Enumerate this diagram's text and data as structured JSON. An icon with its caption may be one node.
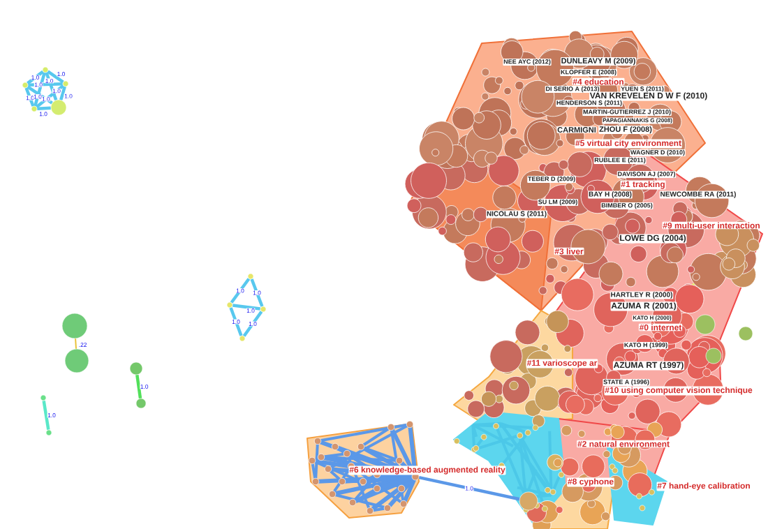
{
  "diagram": {
    "nodes": [
      {
        "text": [],
        "shape": "circle"
      },
      {
        "text": [],
        "shape": "circle"
      },
      {
        "text": [],
        "shape": "circle"
      },
      {
        "text": [],
        "shape": "circle"
      },
      {
        "text": [],
        "shape": "circle"
      },
      {
        "text": [],
        "shape": "circle"
      },
      {
        "text": [],
        "shape": "circle"
      },
      {
        "text": [],
        "shape": "circle"
      },
      {
        "text": [],
        "shape": "circle"
      },
      {
        "text": [],
        "shape": "circle"
      },
      {
        "text": [],
        "shape": "circle"
      },
      {
        "text": [],
        "shape": "circle"
      },
      {
        "text": [],
        "shape": "circle"
      },
      {
        "text": [],
        "shape": "circle"
      },
      {
        "text": [],
        "shape": "circle"
      },
      {
        "text": [],
        "shape": "circle"
      },
      {
        "text": [],
        "shape": "circle"
      }
    ],
    "edges": [
      {
        "from": 0,
        "to": 1,
        "arrow": "none",
        "label": "1.0"
      },
      {
        "from": 0,
        "to": 2,
        "arrow": "none",
        "label": "1.0"
      },
      {
        "from": 1,
        "to": 2,
        "arrow": "none",
        "label": "1.0"
      },
      {
        "from": 1,
        "to": 3,
        "arrow": "none",
        "label": "1.0"
      },
      {
        "from": 2,
        "to": 4,
        "arrow": "none",
        "label": "1.0"
      },
      {
        "from": 3,
        "to": 4,
        "arrow": "none",
        "label": "1.0"
      },
      {
        "from": 0,
        "to": 3,
        "arrow": "none",
        "label": "1.0"
      },
      {
        "from": 0,
        "to": 4,
        "arrow": "none",
        "label": "1.0"
      },
      {
        "from": 1,
        "to": 4,
        "arrow": "none",
        "label": "1.0"
      },
      {
        "from": 2,
        "to": 3,
        "arrow": "none",
        "label": "1.0"
      },
      {
        "from": 5,
        "to": 6,
        "arrow": "none",
        "label": "1.0"
      },
      {
        "from": 5,
        "to": 7,
        "arrow": "none",
        "label": "1.0"
      },
      {
        "from": 6,
        "to": 7,
        "arrow": "none",
        "label": "1.0"
      },
      {
        "from": 6,
        "to": 8,
        "arrow": "none",
        "label": "1.0"
      },
      {
        "from": 7,
        "to": 8,
        "arrow": "none",
        "label": "1.0"
      },
      {
        "from": 9,
        "to": 10,
        "arrow": "none",
        "label": ".22",
        "color": "#e8c23a"
      },
      {
        "from": 11,
        "to": 12,
        "arrow": "none",
        "label": "1.0",
        "color": "#52e05a"
      },
      {
        "from": 13,
        "to": 14,
        "arrow": "none",
        "label": "1.0",
        "color": "#5ae8c8"
      },
      {
        "from": 15,
        "to": 16,
        "arrow": "none",
        "label": "1.0",
        "color": "#5b98e8"
      }
    ],
    "labels": [
      "NEE AYC (2012)",
      "DUNLEAVY M (2009)",
      "KLOPFER E (2008)",
      "#4 education",
      "DI SERIO A (2013)",
      "YUEN S (2011)",
      "VAN KREVELEN D W F (2010)",
      "HENDERSON S (2011)",
      "MARTIN-GUTIERREZ J (2010)",
      "PAPAGIANNAKIS G (2008)",
      "CARMIGNI",
      "ZHOU F (2008)",
      "#5 virtual city environment",
      "WAGNER D (2010)",
      "RUBLEE E (2011)",
      "DAVISON AJ (2007)",
      "TEBER D (2009)",
      "#1 tracking",
      "BAY H (2008)",
      "NEWCOMBE RA (2011)",
      "SU LM (2009)",
      "BIMBER O (2005)",
      "NICOLAU S (2011)",
      "#9 multi-user interaction",
      "LOWE DG (2004)",
      "#3 liver",
      "HARTLEY R (2000)",
      "AZUMA R (2001)",
      "KATO H (2000)",
      "#0 internet",
      "KATO H (1999)",
      "#11 varioscope ar",
      "AZUMA RT (1997)",
      "STATE A (1996)",
      "#10 using computer vision technique",
      "#2 natural environment",
      "#6 knowledge-based augmented reality",
      "#8 cyphone",
      "#7 hand-eye calibration"
    ]
  }
}
